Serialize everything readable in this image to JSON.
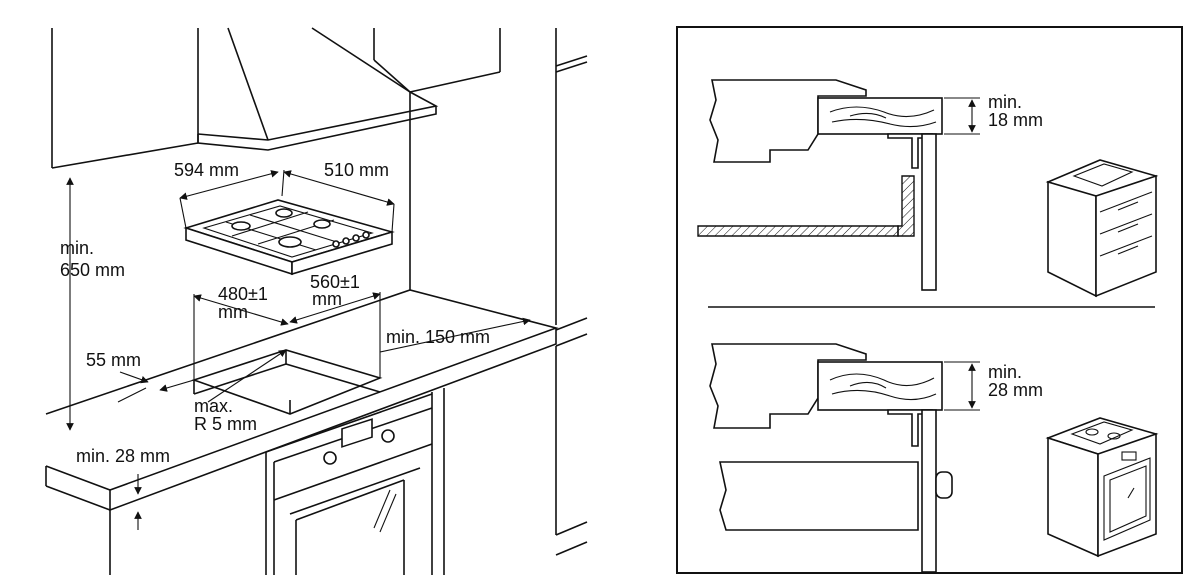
{
  "left_labels": {
    "width_594": "594 mm",
    "depth_510": "510 mm",
    "min_650_line1": "min.",
    "min_650_line2": "650 mm",
    "cut_480_line1": "480±1",
    "cut_480_line2": "mm",
    "cut_560_line1": "560±1",
    "cut_560_line2": "mm",
    "min_150": "min. 150 mm",
    "margin_55": "55 mm",
    "radius_line1": "max.",
    "radius_line2": "R 5 mm",
    "min_28": "min. 28 mm"
  },
  "right_labels": {
    "top_line1": "min.",
    "top_line2": "18 mm",
    "bottom_line1": "min.",
    "bottom_line2": "28 mm"
  }
}
